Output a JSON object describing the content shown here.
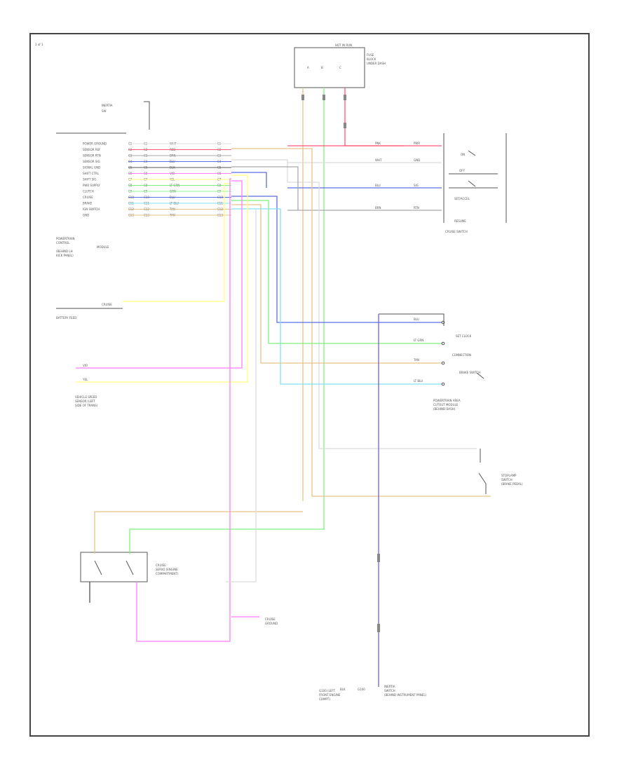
{
  "diagram": {
    "page_label": "1 of 1",
    "footer": "",
    "colors": {
      "white": "#dcdcdc",
      "pink": "#ff5a7a",
      "blue": "#5a6ee0",
      "gray": "#a9a9a9",
      "lt_green": "#7df07d",
      "tan": "#e5c28a",
      "green": "#8cff8c",
      "violet": "#ff7dff",
      "yellow": "#ffff7a",
      "lt_blue": "#7ee0f0",
      "purple": "#7a5ae0",
      "black": "#555555"
    },
    "fuse_block": {
      "title": "HOT IN RUN",
      "lines": [
        "FUSE",
        "BLOCK",
        "UNDER DASH"
      ],
      "pins": [
        "A",
        "B",
        "C"
      ]
    },
    "inertia": {
      "label": "INERTIA",
      "sub": "SW"
    },
    "connector_rows": [
      {
        "name": "POWER GROUND",
        "pin": "C1",
        "wire": "WHT",
        "color": "white"
      },
      {
        "name": "SENSOR REF",
        "pin": "C2",
        "wire": "RED",
        "color": "pink"
      },
      {
        "name": "SENSOR RTN",
        "pin": "C3",
        "wire": "BRN",
        "color": "gray"
      },
      {
        "name": "SENSOR SIG",
        "pin": "C4",
        "wire": "BLU",
        "color": "blue"
      },
      {
        "name": "SIGNAL GND",
        "pin": "C5",
        "wire": "BLK",
        "color": "black"
      },
      {
        "name": "SHIFT CTRL",
        "pin": "C6",
        "wire": "VIO",
        "color": "violet"
      },
      {
        "name": "SHIFT SIG",
        "pin": "C7",
        "wire": "YEL",
        "color": "yellow"
      },
      {
        "name": "PWR SUPPLY",
        "pin": "C8",
        "wire": "LT GRN",
        "color": "lt_green"
      },
      {
        "name": "CLUTCH",
        "pin": "C9",
        "wire": "GRN",
        "color": "green"
      },
      {
        "name": "CRUISE",
        "pin": "C10",
        "wire": "BLU",
        "color": "blue"
      },
      {
        "name": "BRAKE",
        "pin": "C11",
        "wire": "LT BLU",
        "color": "lt_blue"
      },
      {
        "name": "IGN SWITCH",
        "pin": "C12",
        "wire": "TAN",
        "color": "tan"
      },
      {
        "name": "GND",
        "pin": "C13",
        "wire": "TAN",
        "color": "tan"
      }
    ],
    "pcm_label": [
      "POWERTRAIN",
      "CONTROL",
      "MODULE",
      "(BEHIND LH",
      "KICK PANEL)"
    ],
    "battery": {
      "label": "BATTERY FEED",
      "sub": "CRUISE"
    },
    "speed_sensor": [
      "VEHICLE SPEED",
      "SENSOR (LEFT",
      "SIDE OF TRANS)"
    ],
    "cruise_switch": {
      "wires": [
        "PNK",
        "WHT",
        "BLU",
        "BRN"
      ],
      "terms": [
        "PWR",
        "GND",
        "SIG",
        "RTN"
      ],
      "contacts": [
        "ON",
        "OFF",
        "SET/ACCEL",
        "RESUME"
      ],
      "label": "CRUISE SWITCH"
    },
    "module_right": {
      "wires": [
        "BLU",
        "LT GRN",
        "TAN",
        "LT BLU"
      ],
      "terms": [
        "SET CLOCK",
        "CONNECTION",
        "BRAKE SWITCH"
      ],
      "lines": [
        "POWERTRAIN AREA",
        "CUTOUT MODULE",
        "(BEHIND DASH)"
      ]
    },
    "stoplamp": {
      "lines": [
        "STOPLAMP",
        "SWITCH",
        "(BRAKE PEDAL)"
      ]
    },
    "servo": {
      "lines": [
        "CRUISE",
        "SERVO (ENGINE",
        "COMPARTMENT)"
      ]
    },
    "ground": {
      "lines": [
        "CRUISE",
        "GROUND"
      ]
    },
    "bottom_left": [
      "G100 (LEFT",
      "FRONT ENGINE",
      "COMPT)"
    ],
    "bottom_right": [
      "INERTIA",
      "SWITCH",
      "(BEHIND INSTRUMENT PANEL)"
    ]
  }
}
